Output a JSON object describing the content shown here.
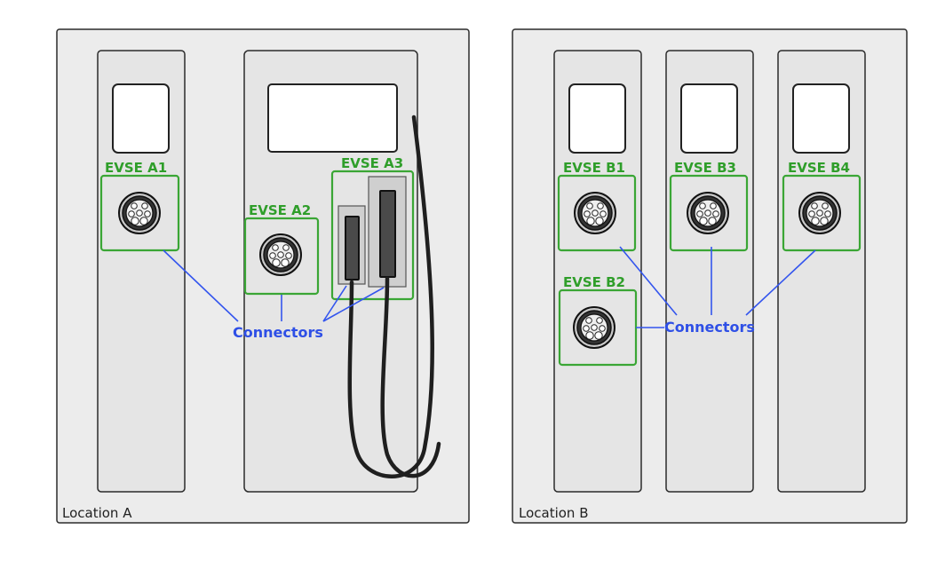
{
  "locations": [
    {
      "label": "Location A",
      "evse": [
        {
          "id": "a1",
          "label": "EVSE A1"
        },
        {
          "id": "a2",
          "label": "EVSE A2"
        },
        {
          "id": "a3",
          "label": "EVSE A3"
        }
      ],
      "connectors_label": "Connectors"
    },
    {
      "label": "Location B",
      "evse": [
        {
          "id": "b1",
          "label": "EVSE B1"
        },
        {
          "id": "b2",
          "label": "EVSE B2"
        },
        {
          "id": "b3",
          "label": "EVSE B3"
        },
        {
          "id": "b4",
          "label": "EVSE B4"
        }
      ],
      "connectors_label": "Connectors"
    }
  ],
  "colors": {
    "evse_outline": "#3aa635",
    "connector_label": "#2e4fe6",
    "cable": "#1f1f1f"
  }
}
